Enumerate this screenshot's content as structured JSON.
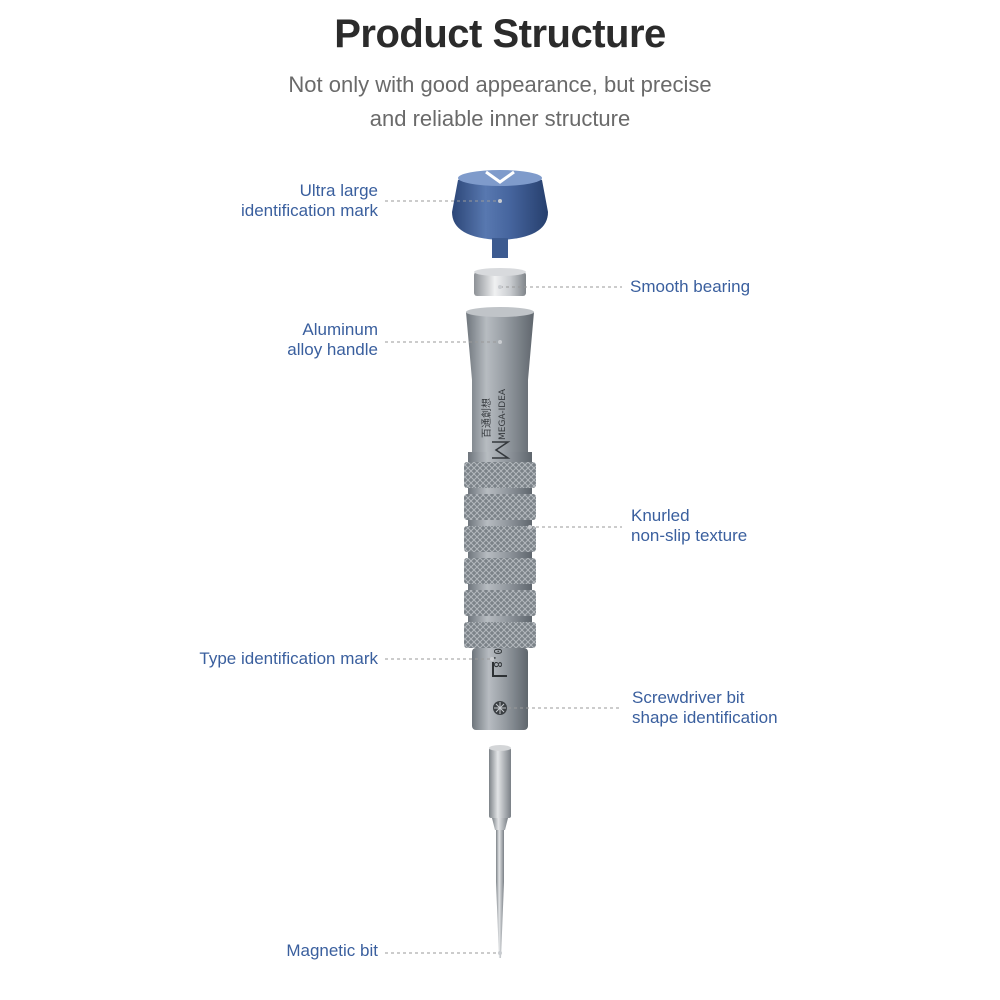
{
  "header": {
    "title": "Product Structure",
    "subtitle_line1": "Not only with good appearance, but precise",
    "subtitle_line2": "and reliable inner structure"
  },
  "callouts": {
    "identification_mark": {
      "line1": "Ultra large",
      "line2": "identification mark"
    },
    "bearing": {
      "line1": "Smooth bearing"
    },
    "handle": {
      "line1": "Aluminum",
      "line2": "alloy handle"
    },
    "knurled": {
      "line1": "Knurled",
      "line2": "non-slip texture"
    },
    "type_mark": {
      "line1": "Type identification mark"
    },
    "bit_shape": {
      "line1": "Screwdriver bit",
      "line2": "shape identification"
    },
    "magnetic_bit": {
      "line1": "Magnetic bit"
    }
  },
  "handle_print": {
    "brand_cn": "百通創想",
    "brand_en": "MEGA-IDEA",
    "size_mark": "0.8"
  },
  "colors": {
    "label": "#3a5f9e",
    "leader": "#9a9a9a",
    "cap": "#3f5f95",
    "handle": "#8a9096"
  }
}
